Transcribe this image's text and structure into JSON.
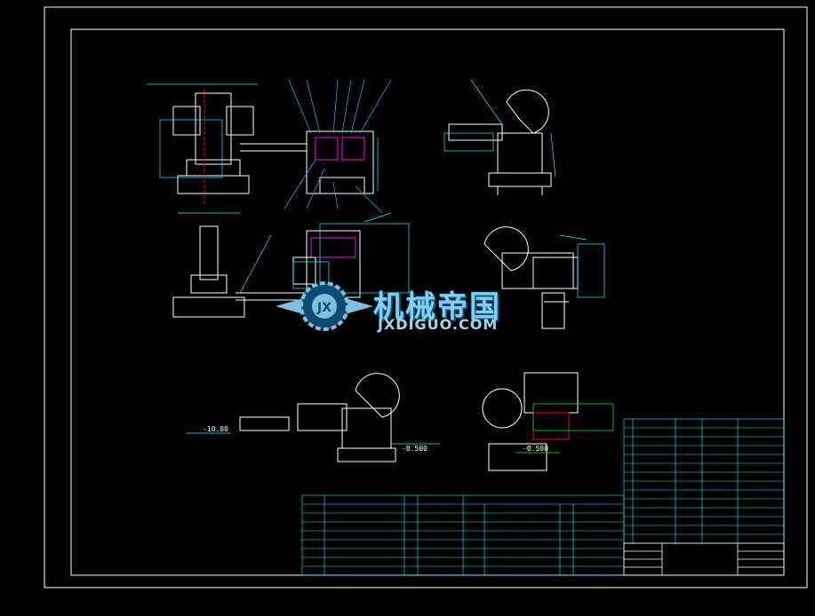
{
  "watermark": {
    "brand": "机械帝国",
    "url": "JXDIGUO.COM"
  },
  "dimensions": {
    "left_elev_value": "-10.00",
    "mid_elev_value": "-0.500",
    "right_elev_value": "-0.500"
  },
  "colors": {
    "background": "#000000",
    "frame": "#ffffff",
    "outline": "#ffffff",
    "dimension": "#00ffff",
    "hatch": "#ff00ff",
    "leader": "#00c8ff",
    "table": "#00ffff",
    "center": "#ff0000",
    "green": "#00ff00"
  }
}
